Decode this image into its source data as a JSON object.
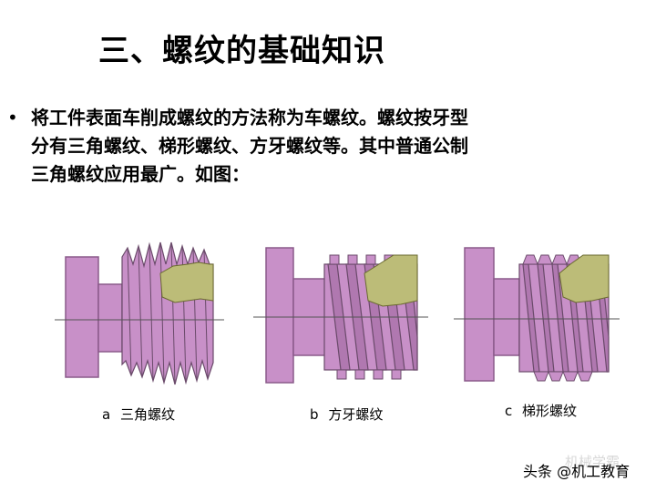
{
  "slide": {
    "title": "三、螺纹的基础知识",
    "bullet_symbol": "•",
    "paragraph_lines": [
      "将工件表面车削成螺纹的方法称为车螺纹。螺纹按牙型",
      "分有三角螺纹、梯形螺纹、方牙螺纹等。其中普通公制",
      "三角螺纹应用最广。如图："
    ]
  },
  "figures": [
    {
      "letter": "a",
      "label": "三角螺纹",
      "thread": "triangular"
    },
    {
      "letter": "b",
      "label": "方牙螺纹",
      "thread": "square"
    },
    {
      "letter": "c",
      "label": "梯形螺纹",
      "thread": "trapezoidal"
    }
  ],
  "colors": {
    "bolt_fill": "#c890c8",
    "bolt_stroke": "#8a5a8a",
    "section_fill": "#bcbc78",
    "axis_line": "#555555"
  },
  "watermark": {
    "faint_text": "机械学霸",
    "text": "头条 @机工教育"
  }
}
